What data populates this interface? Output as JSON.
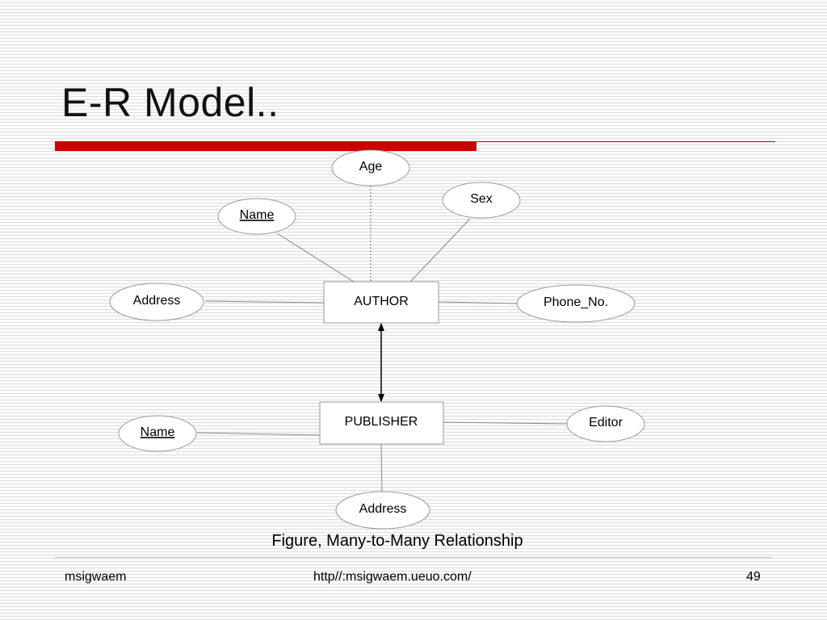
{
  "slide": {
    "title": "E-R Model..",
    "caption": "Figure, Many-to-Many Relationship"
  },
  "diagram": {
    "entities": {
      "author": "AUTHOR",
      "publisher": "PUBLISHER"
    },
    "attributes": {
      "author_age": "Age",
      "author_sex": "Sex",
      "author_name": "Name",
      "author_address": "Address",
      "author_phone": "Phone_No.",
      "publisher_name": "Name",
      "publisher_editor": "Editor",
      "publisher_address": "Address"
    }
  },
  "footer": {
    "left": "msigwaem",
    "center": "http//:msigwaem.ueuo.com/",
    "page_number": "49"
  },
  "colors": {
    "accent": "#cc0000"
  }
}
